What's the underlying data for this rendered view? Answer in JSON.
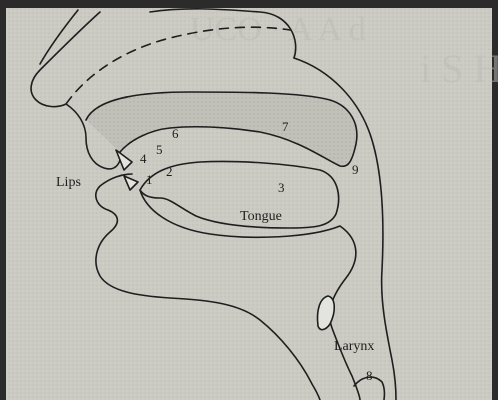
{
  "labels": {
    "lips": "Lips",
    "tongue": "Tongue",
    "larynx": "Larynx"
  },
  "points": [
    "1",
    "2",
    "3",
    "4",
    "5",
    "6",
    "7",
    "8",
    "9"
  ],
  "colors": {
    "paper": "#cdcdc6",
    "ink": "#1e1e1e",
    "border_dark": "#2a2a2a"
  }
}
